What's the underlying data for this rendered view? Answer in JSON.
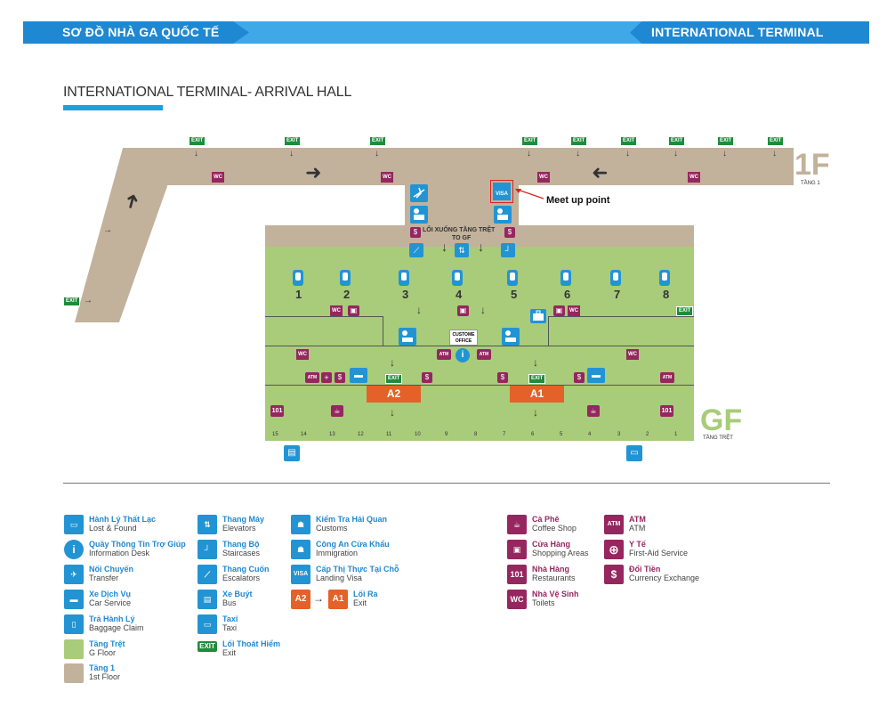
{
  "header": {
    "left_title": "SƠ ĐỒ NHÀ GA QUỐC TẾ",
    "right_title": "INTERNATIONAL TERMINAL"
  },
  "page_title": "INTERNATIONAL TERMINAL- ARRIVAL HALL",
  "map": {
    "floor1_label": "1F",
    "floor1_sub": "TẦNG 1",
    "gf_label": "GF",
    "gf_sub": "TẦNG TRỆT",
    "exit_text": "EXIT",
    "wc_text": "WC",
    "atm_text": "ATM",
    "visa_text": "VISA",
    "down_label_1": "LỐI XUỐNG TẦNG TRỆT",
    "down_label_2": "TO GF",
    "customs_office": "CUSTOME OFFICE",
    "meetup_label": "Meet up point",
    "carousels": [
      "1",
      "2",
      "3",
      "4",
      "5",
      "6",
      "7",
      "8"
    ],
    "exit_a2": "A2",
    "exit_a1": "A1",
    "gates": [
      "15",
      "14",
      "13",
      "12",
      "11",
      "10",
      "9",
      "8",
      "7",
      "6",
      "5",
      "4",
      "3",
      "2",
      "1"
    ]
  },
  "legend": {
    "col1": [
      {
        "vn": "Hành Lý Thất Lạc",
        "en": "Lost & Found",
        "icon": "suitcase-icon"
      },
      {
        "vn": "Quầy Thông Tin Trợ Giúp",
        "en": "Information Desk",
        "icon": "info-icon"
      },
      {
        "vn": "Nối Chuyến",
        "en": "Transfer",
        "icon": "transfer-plane-icon"
      },
      {
        "vn": "Xe Dịch Vụ",
        "en": "Car Service",
        "icon": "car-icon"
      },
      {
        "vn": "Trả Hành Lý",
        "en": "Baggage Claim",
        "icon": "baggage-claim-icon"
      },
      {
        "vn": "Tầng Trệt",
        "en": "G Floor",
        "icon": "gfloor-swatch"
      },
      {
        "vn": "Tầng 1",
        "en": "1st Floor",
        "icon": "1floor-swatch"
      }
    ],
    "col2": [
      {
        "vn": "Thang Máy",
        "en": "Elevators",
        "icon": "elevator-icon"
      },
      {
        "vn": "Thang Bộ",
        "en": "Staircases",
        "icon": "staircase-icon"
      },
      {
        "vn": "Thang Cuốn",
        "en": "Escalators",
        "icon": "escalator-icon"
      },
      {
        "vn": "Xe Buýt",
        "en": "Bus",
        "icon": "bus-icon"
      },
      {
        "vn": "Taxi",
        "en": "Taxi",
        "icon": "taxi-icon"
      },
      {
        "vn": "Lối Thoát Hiểm",
        "en": "Exit",
        "icon": "exit-sign"
      }
    ],
    "col3": [
      {
        "vn": "Kiểm Tra Hải Quan",
        "en": "Customs",
        "icon": "customs-icon"
      },
      {
        "vn": "Công An Cửa Khẩu",
        "en": "Immigration",
        "icon": "immigration-icon"
      },
      {
        "vn": "Cấp Thị Thực Tại Chỗ",
        "en": "Landing Visa",
        "icon": "visa-icon"
      },
      {
        "vn": "Lối Ra",
        "en": "Exit",
        "icon": "a2-a1-exit"
      }
    ],
    "col4": [
      {
        "vn": "Cà Phê",
        "en": "Coffee Shop",
        "icon": "coffee-icon"
      },
      {
        "vn": "Cửa Hàng",
        "en": "Shopping Areas",
        "icon": "gift-icon"
      },
      {
        "vn": "Nhà Hàng",
        "en": "Restaurants",
        "icon": "restaurant-icon"
      },
      {
        "vn": "Nhà Vệ Sinh",
        "en": "Toilets",
        "icon": "wc-icon"
      }
    ],
    "col5": [
      {
        "vn": "ATM",
        "en": "ATM",
        "icon": "atm-icon"
      },
      {
        "vn": "Y Tế",
        "en": "First-Aid Service",
        "icon": "first-aid-icon"
      },
      {
        "vn": "Đổi Tiền",
        "en": "Currency Exchange",
        "icon": "currency-exchange-icon"
      }
    ]
  }
}
